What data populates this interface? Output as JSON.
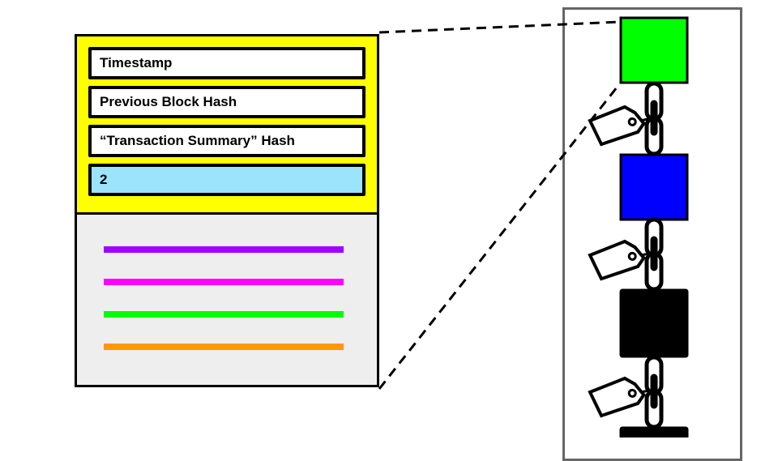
{
  "block_header": {
    "fields": [
      {
        "label": "Timestamp",
        "color": "#ffffff"
      },
      {
        "label": "Previous Block Hash",
        "color": "#ffffff"
      },
      {
        "label": "“Transaction Summary” Hash",
        "color": "#ffffff"
      },
      {
        "label": "2",
        "color": "#9be4fc"
      }
    ],
    "background_color": "#ffff00"
  },
  "block_body": {
    "background_color": "#eeeeee",
    "transactions": [
      {
        "color": "#a000ff"
      },
      {
        "color": "#ff00ff"
      },
      {
        "color": "#00ff00"
      },
      {
        "color": "#ff9900"
      }
    ]
  },
  "chain": {
    "blocks": [
      {
        "color": "#00ff00"
      },
      {
        "color": "#0000ff"
      },
      {
        "color": "#000000"
      },
      {
        "color": "#000000"
      }
    ],
    "link_icon": "chain-link-icon",
    "tag_icon": "tag-icon",
    "links": 3
  },
  "zoom_connector": {
    "style": "dashed",
    "from": "block-detail",
    "to": "chain-block-1"
  }
}
